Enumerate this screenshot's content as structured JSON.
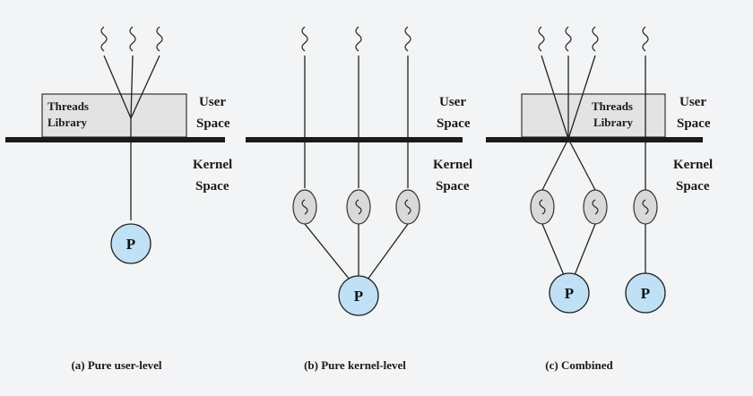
{
  "labels": {
    "user_space_line1": "User",
    "user_space_line2": "Space",
    "kernel_space_line1": "Kernel",
    "kernel_space_line2": "Space",
    "threads_library_line1": "Threads",
    "threads_library_line2": "Library",
    "process": "P"
  },
  "panels": [
    {
      "id": "a",
      "caption": "(a) Pure user-level"
    },
    {
      "id": "b",
      "caption": "(b) Pure kernel-level"
    },
    {
      "id": "c",
      "caption": "(c) Combined"
    }
  ],
  "colors": {
    "background": "#f2f4f6",
    "boundary_bar": "#1a1a1a",
    "library_box": "#e3e3e3",
    "kernel_thread": "#d9d9d9",
    "process_fill": "#bfe0f5"
  }
}
